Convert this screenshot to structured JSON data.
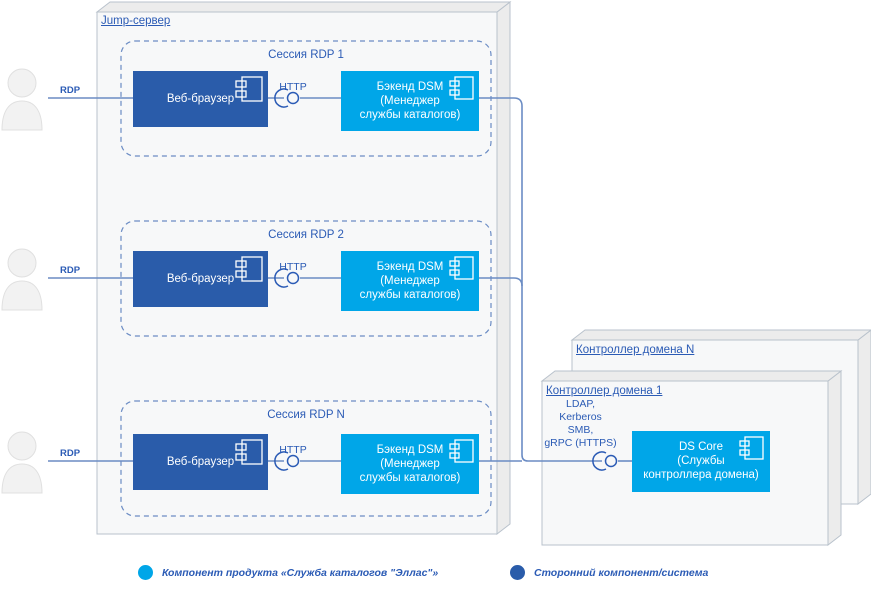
{
  "diagram": {
    "title_hidden": "",
    "colors": {
      "product_component": "#00a6e8",
      "third_party_component": "#2a5caa",
      "line": "#6b8cc4",
      "text_blue": "#2b5bb5",
      "node_fill": "#f7f8f9",
      "node_stroke": "#b9c2cc",
      "actor_fill": "#f2f2f2",
      "actor_stroke": "#d8d8d8",
      "dashed_stroke": "#6b8cc4"
    }
  },
  "actors": [
    {
      "name": "actor-1",
      "rdp_label": "RDP"
    },
    {
      "name": "actor-2",
      "rdp_label": "RDP"
    },
    {
      "name": "actor-3",
      "rdp_label": "RDP"
    }
  ],
  "jump_server": {
    "title": "Jump-сервер",
    "sessions": [
      {
        "label": "Сессия RDP 1",
        "browser": {
          "label": "Веб-браузер",
          "icon": "component-icon"
        },
        "connector_label": "HTTP",
        "backend": {
          "label": "Бэкенд DSM\n(Менеджер\nслужбы каталогов)",
          "icon": "component-icon"
        }
      },
      {
        "label": "Сессия RDP 2",
        "browser": {
          "label": "Веб-браузер",
          "icon": "component-icon"
        },
        "connector_label": "HTTP",
        "backend": {
          "label": "Бэкенд DSM\n(Менеджер\nслужбы каталогов)",
          "icon": "component-icon"
        }
      },
      {
        "label": "Сессия RDP N",
        "browser": {
          "label": "Веб-браузер",
          "icon": "component-icon"
        },
        "connector_label": "HTTP",
        "backend": {
          "label": "Бэкенд DSM\n(Менеджер\nслужбы каталогов)",
          "icon": "component-icon"
        }
      }
    ]
  },
  "domain_controllers": {
    "back_title": "Контроллер домена N",
    "front_title": "Контроллер домена 1",
    "protocols_label": "LDAP,\nKerberos\nSMB,\ngRPC (HTTPS)",
    "ds_core": {
      "label": "DS Core\n(Службы\nконтроллера домена)",
      "icon": "component-icon"
    }
  },
  "legend": [
    {
      "color": "#00a6e8",
      "text": "Компонент продукта «Служба каталогов \"Эллас\"»"
    },
    {
      "color": "#2a5caa",
      "text": "Сторонний компонент/система"
    }
  ]
}
